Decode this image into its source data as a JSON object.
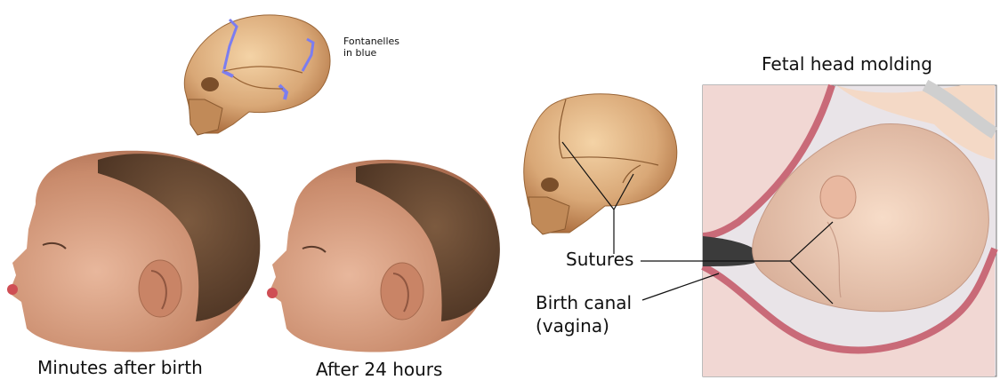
{
  "labels": {
    "fontanelles": "Fontanelles in blue",
    "fontanelles_line1": "Fontanelles",
    "fontanelles_line2": "in blue",
    "minutes_after_birth": "Minutes after birth",
    "after_24_hours": "After 24 hours",
    "fetal_head_molding": "Fetal head molding",
    "sutures": "Sutures",
    "birth_canal_line1": "Birth canal",
    "birth_canal_line2": "(vagina)"
  },
  "colors": {
    "bone": "#d9a877",
    "bone_shadow": "#b3773f",
    "fontanelle": "#7b7df0",
    "skin": "#d79a7c",
    "hair": "#6a4a33",
    "canal": "#c96a78",
    "panel_bg": "#e9e4e8",
    "tissue": "#f1d7d3"
  }
}
